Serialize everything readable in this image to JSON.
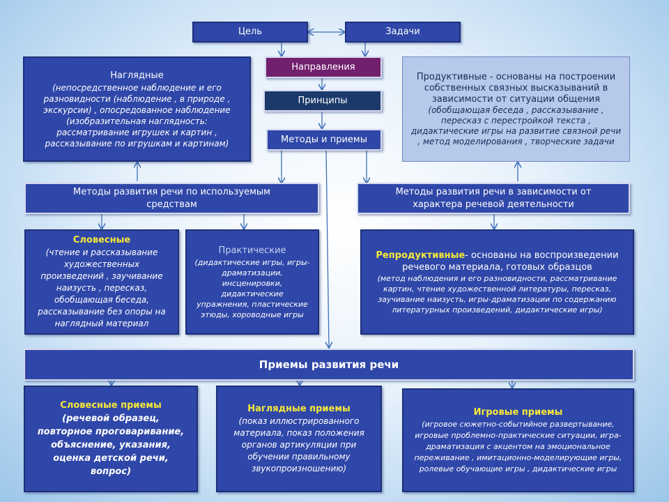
{
  "top": {
    "goal": "Цель",
    "tasks": "Задачи",
    "directions": "Направления",
    "principles": "Принципы",
    "methods": "Методы и приемы"
  },
  "visual": {
    "title": "Наглядные",
    "text": "(непосредственное наблюдение и его разновидности (наблюдение , в природе , экскурсии) , опосредованное наблюдение (изобразительная наглядность: рассматривание игрушек и картин , рассказывание по игрушкам и картинам)"
  },
  "productive": {
    "text": "Продуктивные - основаны на построении собственных связных высказываний в зависимости от ситуации общения",
    "italic": "(обобщающая беседа , рассказывание , пересказ с перестройкой текста , дидактические игры на развитие связной речи , метод моделирования , творческие задачи"
  },
  "methods_by_means": "Методы развития речи по используемым средствам",
  "methods_by_activity": "Методы развития речи в зависимости от характера речевой деятельности",
  "verbal": {
    "title": "Словесные",
    "text": "(чтение и рассказывание художественных произведений , заучивание наизусть , пересказ, обобщающая беседа, рассказывание без опоры на наглядный материал"
  },
  "practical": {
    "title": "Практические",
    "text": "(дидактические игры, игры-драматизации, инсценировки, дидактические упражнения, пластические этюды, хороводные игры"
  },
  "reproductive": {
    "title": "Репродуктивные",
    "text": "- основаны на воспроизведении речевого материала, готовых образцов",
    "italic": "(метод наблюдения и его разновидности, рассматривание картин, чтение художественной литературы, пересказ, заучивание наизусть, игры-драматизации по содержанию литературных произведений, дидактические игры)"
  },
  "techniques": "Приемы развития речи",
  "verbal_tech": {
    "title": "Словесные приемы",
    "text": "(речевой образец, повторное проговаривание, объяснение, указания, оценка детской речи, вопрос)"
  },
  "visual_tech": {
    "title": "Наглядные приемы",
    "text": "(показ иллюстрированного материала, показ положения органов артикуляции при обучении правильному звукопроизношению)"
  },
  "game_tech": {
    "title": "Игровые приемы",
    "text": "(игровое сюжетно-событийное развертывание, игровые проблемно-практические ситуации, игра-драматизация с акцентом на эмоциональное переживание , имитационно-моделирующие игры, ролевые обучающие игры , дидактические игры"
  }
}
